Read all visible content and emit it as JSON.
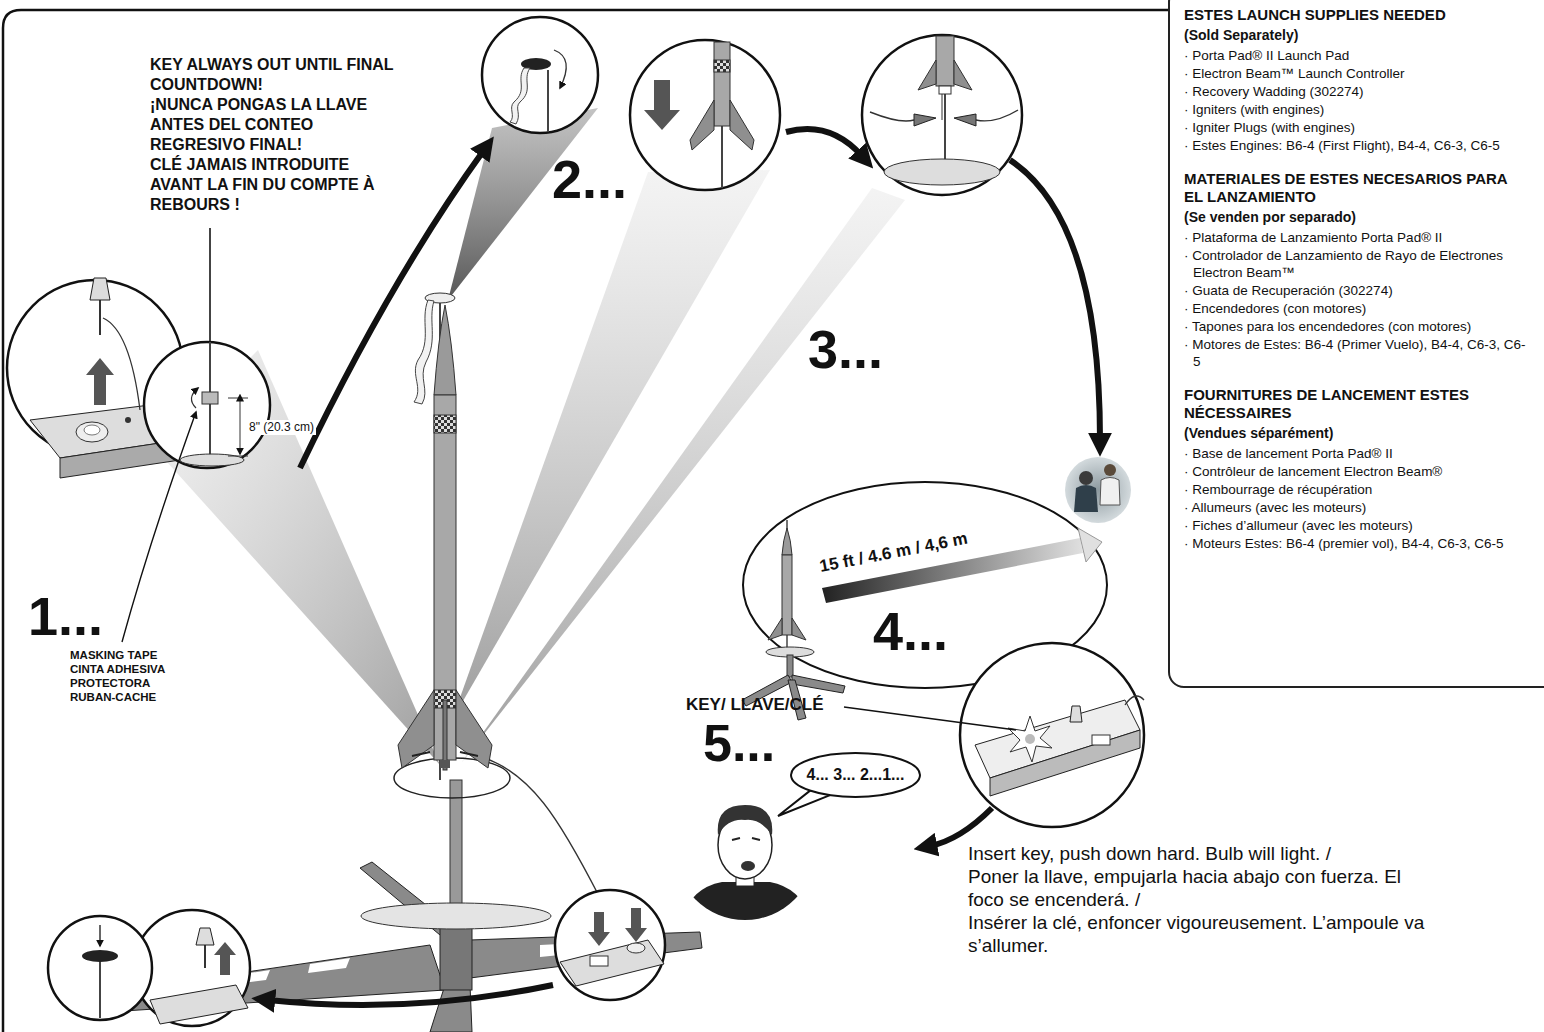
{
  "diagram": {
    "nodes": [
      {
        "text": [
          "ESTES LAUNCH SUPPLIES NEEDED",
          "(Sold Separately)",
          "· Porta Pad® II Launch Pad",
          "· Electron Beam™ Launch Controller",
          "· Recovery Wadding (302274)",
          "· Igniters (with engines)",
          "· Igniter Plugs (with engines)",
          "· Estes Engines: B6-4 (First Flight), B4-4, C6-3, C6-5",
          "MATERIALES DE ESTES NECESARIOS PARA EL LANZAMIENTO",
          "(Se venden por separado)",
          "· Plataforma de Lanzamiento Porta Pad® II",
          "· Controlador de Lanzamiento de Rayo de Electrones Electron Beam™",
          "· Guata de Recuperación (302274)",
          "· Encendedores (con motores)",
          "· Tapones para los encendedores (con motores)",
          "· Motores de Estes: B6-4 (Primer Vuelo), B4-4, C6-3, C6-5",
          "FOURNITURES DE LANCEMENT ESTES NÉCESSAIRES",
          "(Vendues séparément)",
          "· Base de lancement Porta Pad® II",
          "· Contrôleur de lancement Electron Beam®",
          "· Rembourrage de récupération",
          "· Allumeurs (avec les moteurs)",
          "· Fiches d’allumeur (avec les moteurs)",
          "· Moteurs Estes: B6-4 (premier vol), B4-4, C6-3, C6-5"
        ]
      },
      {
        "text": [
          "4... 3... 2...1..."
        ]
      }
    ],
    "labels": [
      "KEY ALWAYS OUT UNTIL FINAL COUNTDOWN!",
      "¡NUNCA PONGAS LA LLAVE ANTES DEL CONTEO REGRESIVO FINAL!",
      "CLÉ JAMAIS INTRODUITE AVANT LA FIN DU COMPTE À REBOURS !",
      "2...",
      "3...",
      "1...",
      "8\" (20.3 cm)",
      "MASKING TAPE",
      "CINTA ADHESIVA PROTECTORA",
      "RUBAN-CACHE",
      "15 ft / 4.6 m / 4,6 m",
      "4...",
      "KEY/ LLAVE/CLÉ",
      "5...",
      "Insert key, push down hard. Bulb will light. /",
      "Poner la llave, empujarla hacia abajo con fuerza. El foco se encenderá. /",
      "Insérer la clé, enfoncer vigoureusement. L’ampoule va s’allumer."
    ]
  }
}
